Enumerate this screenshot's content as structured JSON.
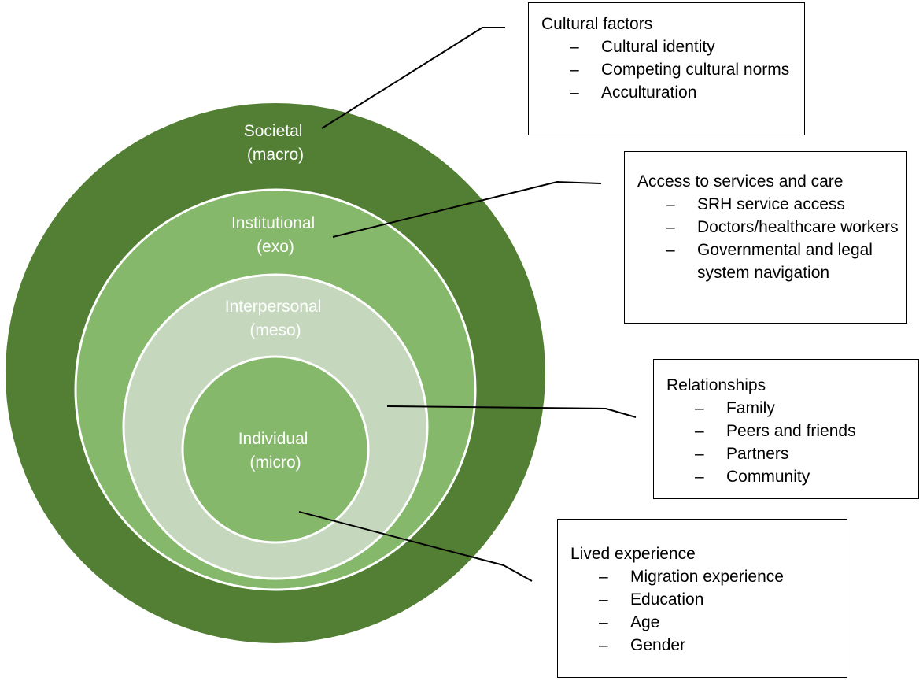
{
  "colors": {
    "societal": "#527f33",
    "institutional": "#86b86b",
    "interpersonal": "#c5d8bd",
    "individual": "#86b86b",
    "ring_border": "#ffffff",
    "label_text": "#ffffff",
    "connector": "#000000"
  },
  "rings": {
    "societal": {
      "line1": "Societal",
      "line2": "(macro)"
    },
    "institutional": {
      "line1": "Institutional",
      "line2": "(exo)"
    },
    "interpersonal": {
      "line1": "Interpersonal",
      "line2": "(meso)"
    },
    "individual": {
      "line1": "Individual",
      "line2": "(micro)"
    }
  },
  "boxes": {
    "cultural": {
      "title": "Cultural factors",
      "items": [
        "Cultural identity",
        "Competing cultural norms",
        "Acculturation"
      ]
    },
    "access": {
      "title": "Access to services and care",
      "items": [
        "SRH service access",
        "Doctors/healthcare workers",
        "Governmental and legal system navigation"
      ]
    },
    "relationships": {
      "title": "Relationships",
      "items": [
        "Family",
        "Peers and friends",
        "Partners",
        "Community"
      ]
    },
    "lived": {
      "title": "Lived experience",
      "items": [
        "Migration experience",
        "Education",
        "Age",
        "Gender"
      ]
    }
  },
  "bullet": "–"
}
